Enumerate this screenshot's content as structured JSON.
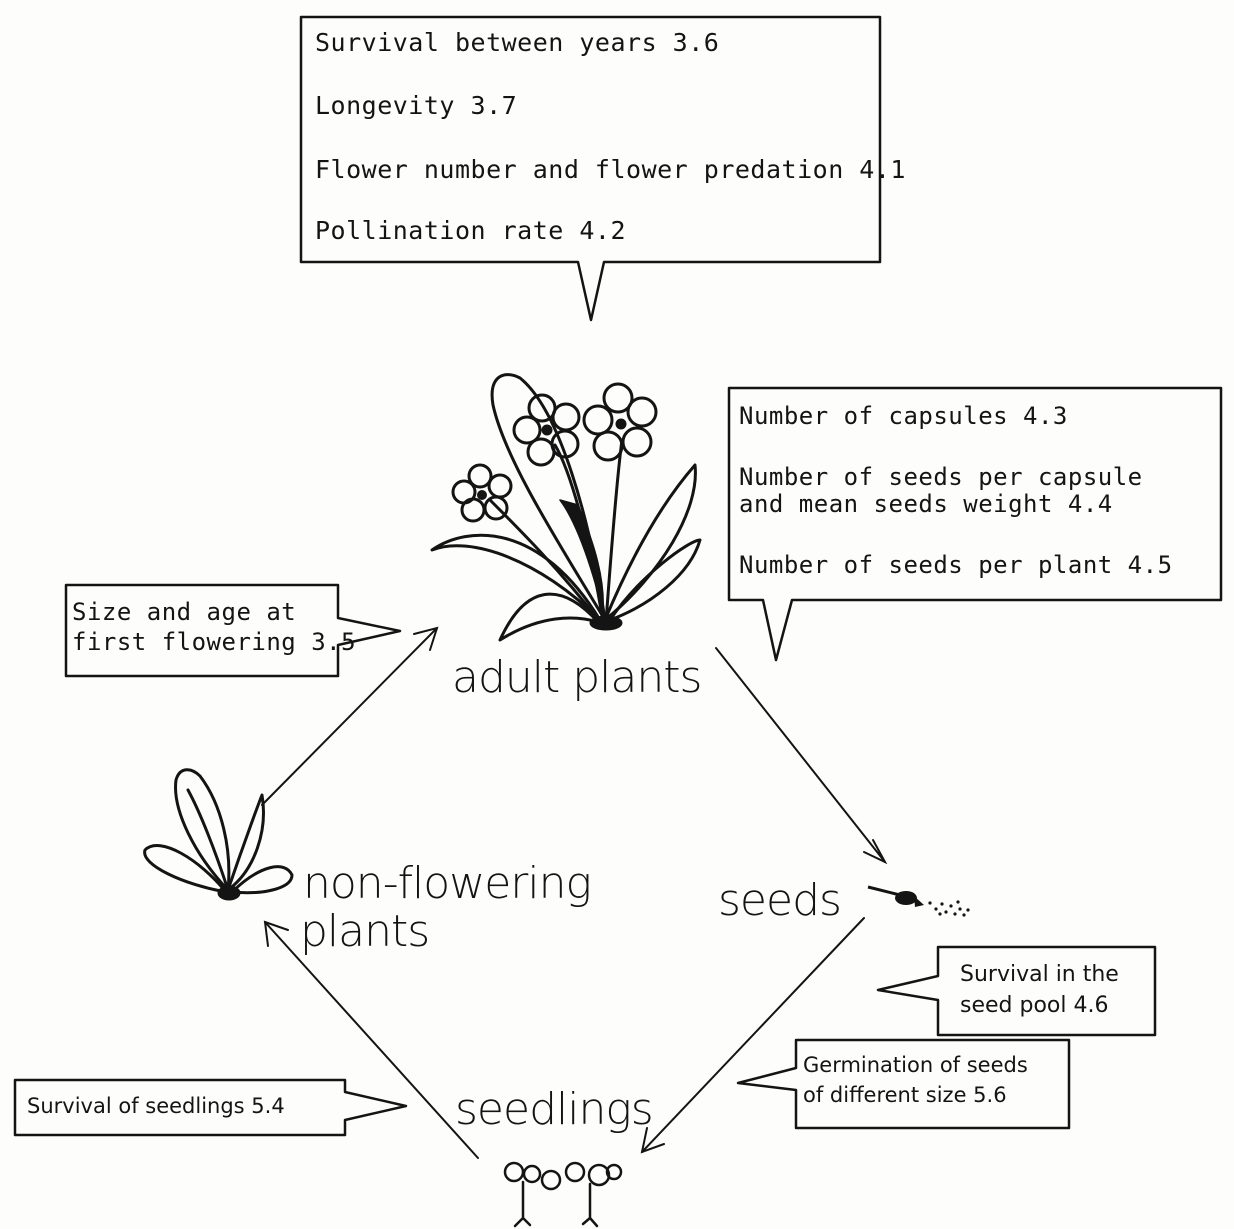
{
  "stages": {
    "adult": "adult plants",
    "nonflowering_1": "non-flowering",
    "nonflowering_2": "plants",
    "seeds": "seeds",
    "seedlings": "seedlings"
  },
  "boxes": {
    "top": [
      "Survival between years 3.6",
      "Longevity 3.7",
      "Flower number and flower predation 4.1",
      "Pollination rate 4.2"
    ],
    "right": [
      "Number of capsules 4.3",
      "Number of seeds per capsule",
      "and mean seeds weight 4.4",
      "Number of seeds per plant 4.5"
    ],
    "left": [
      "Size and age at",
      "first flowering 3.5"
    ],
    "seedpool": [
      "Survival in the",
      "seed pool 4.6"
    ],
    "germination": [
      "Germination of seeds",
      "of different size 5.6"
    ],
    "seedlings": [
      "Survival of seedlings 5.4"
    ]
  },
  "icons": [
    "adult-plant-icon",
    "rosette-icon",
    "seed-capsule-icon",
    "seedlings-icon"
  ]
}
